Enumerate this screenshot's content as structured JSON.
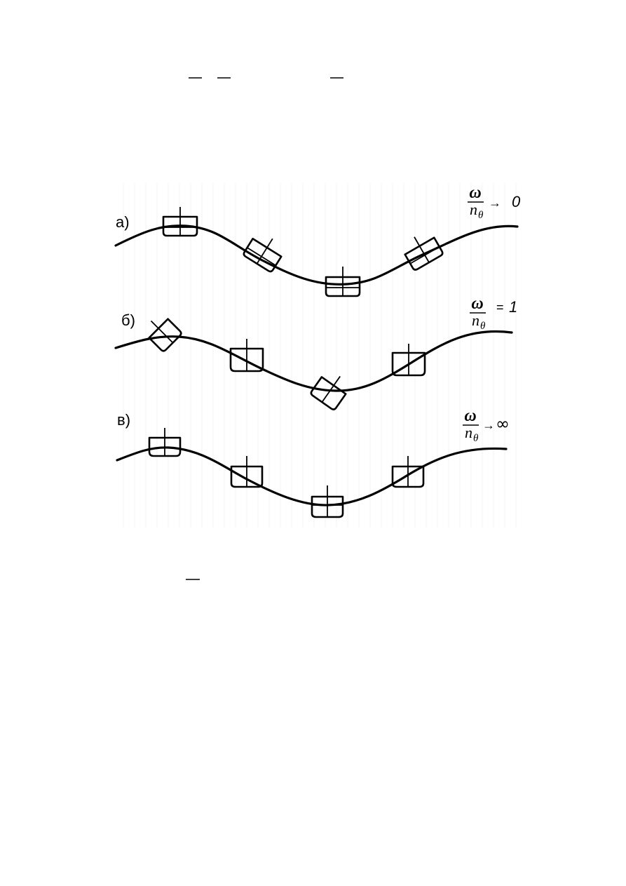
{
  "figure": {
    "panels": [
      {
        "id": "a",
        "label": "а)",
        "ratio": {
          "numerator": "ω",
          "denominator": "n",
          "subscript": "θ",
          "relation": "→",
          "limit": "0"
        }
      },
      {
        "id": "b",
        "label": "б)",
        "ratio": {
          "numerator": "ω",
          "denominator": "n",
          "subscript": "θ",
          "relation": "=",
          "limit": "1"
        }
      },
      {
        "id": "c",
        "label": "в)",
        "ratio": {
          "numerator": "ω",
          "denominator": "n",
          "subscript": "θ",
          "relation": "→",
          "limit": "∞"
        }
      }
    ]
  },
  "icons": {
    "ship": "ship-hull-icon",
    "wave": "wave-profile-icon"
  },
  "colors": {
    "ink": "#000000",
    "paper": "#ffffff"
  }
}
